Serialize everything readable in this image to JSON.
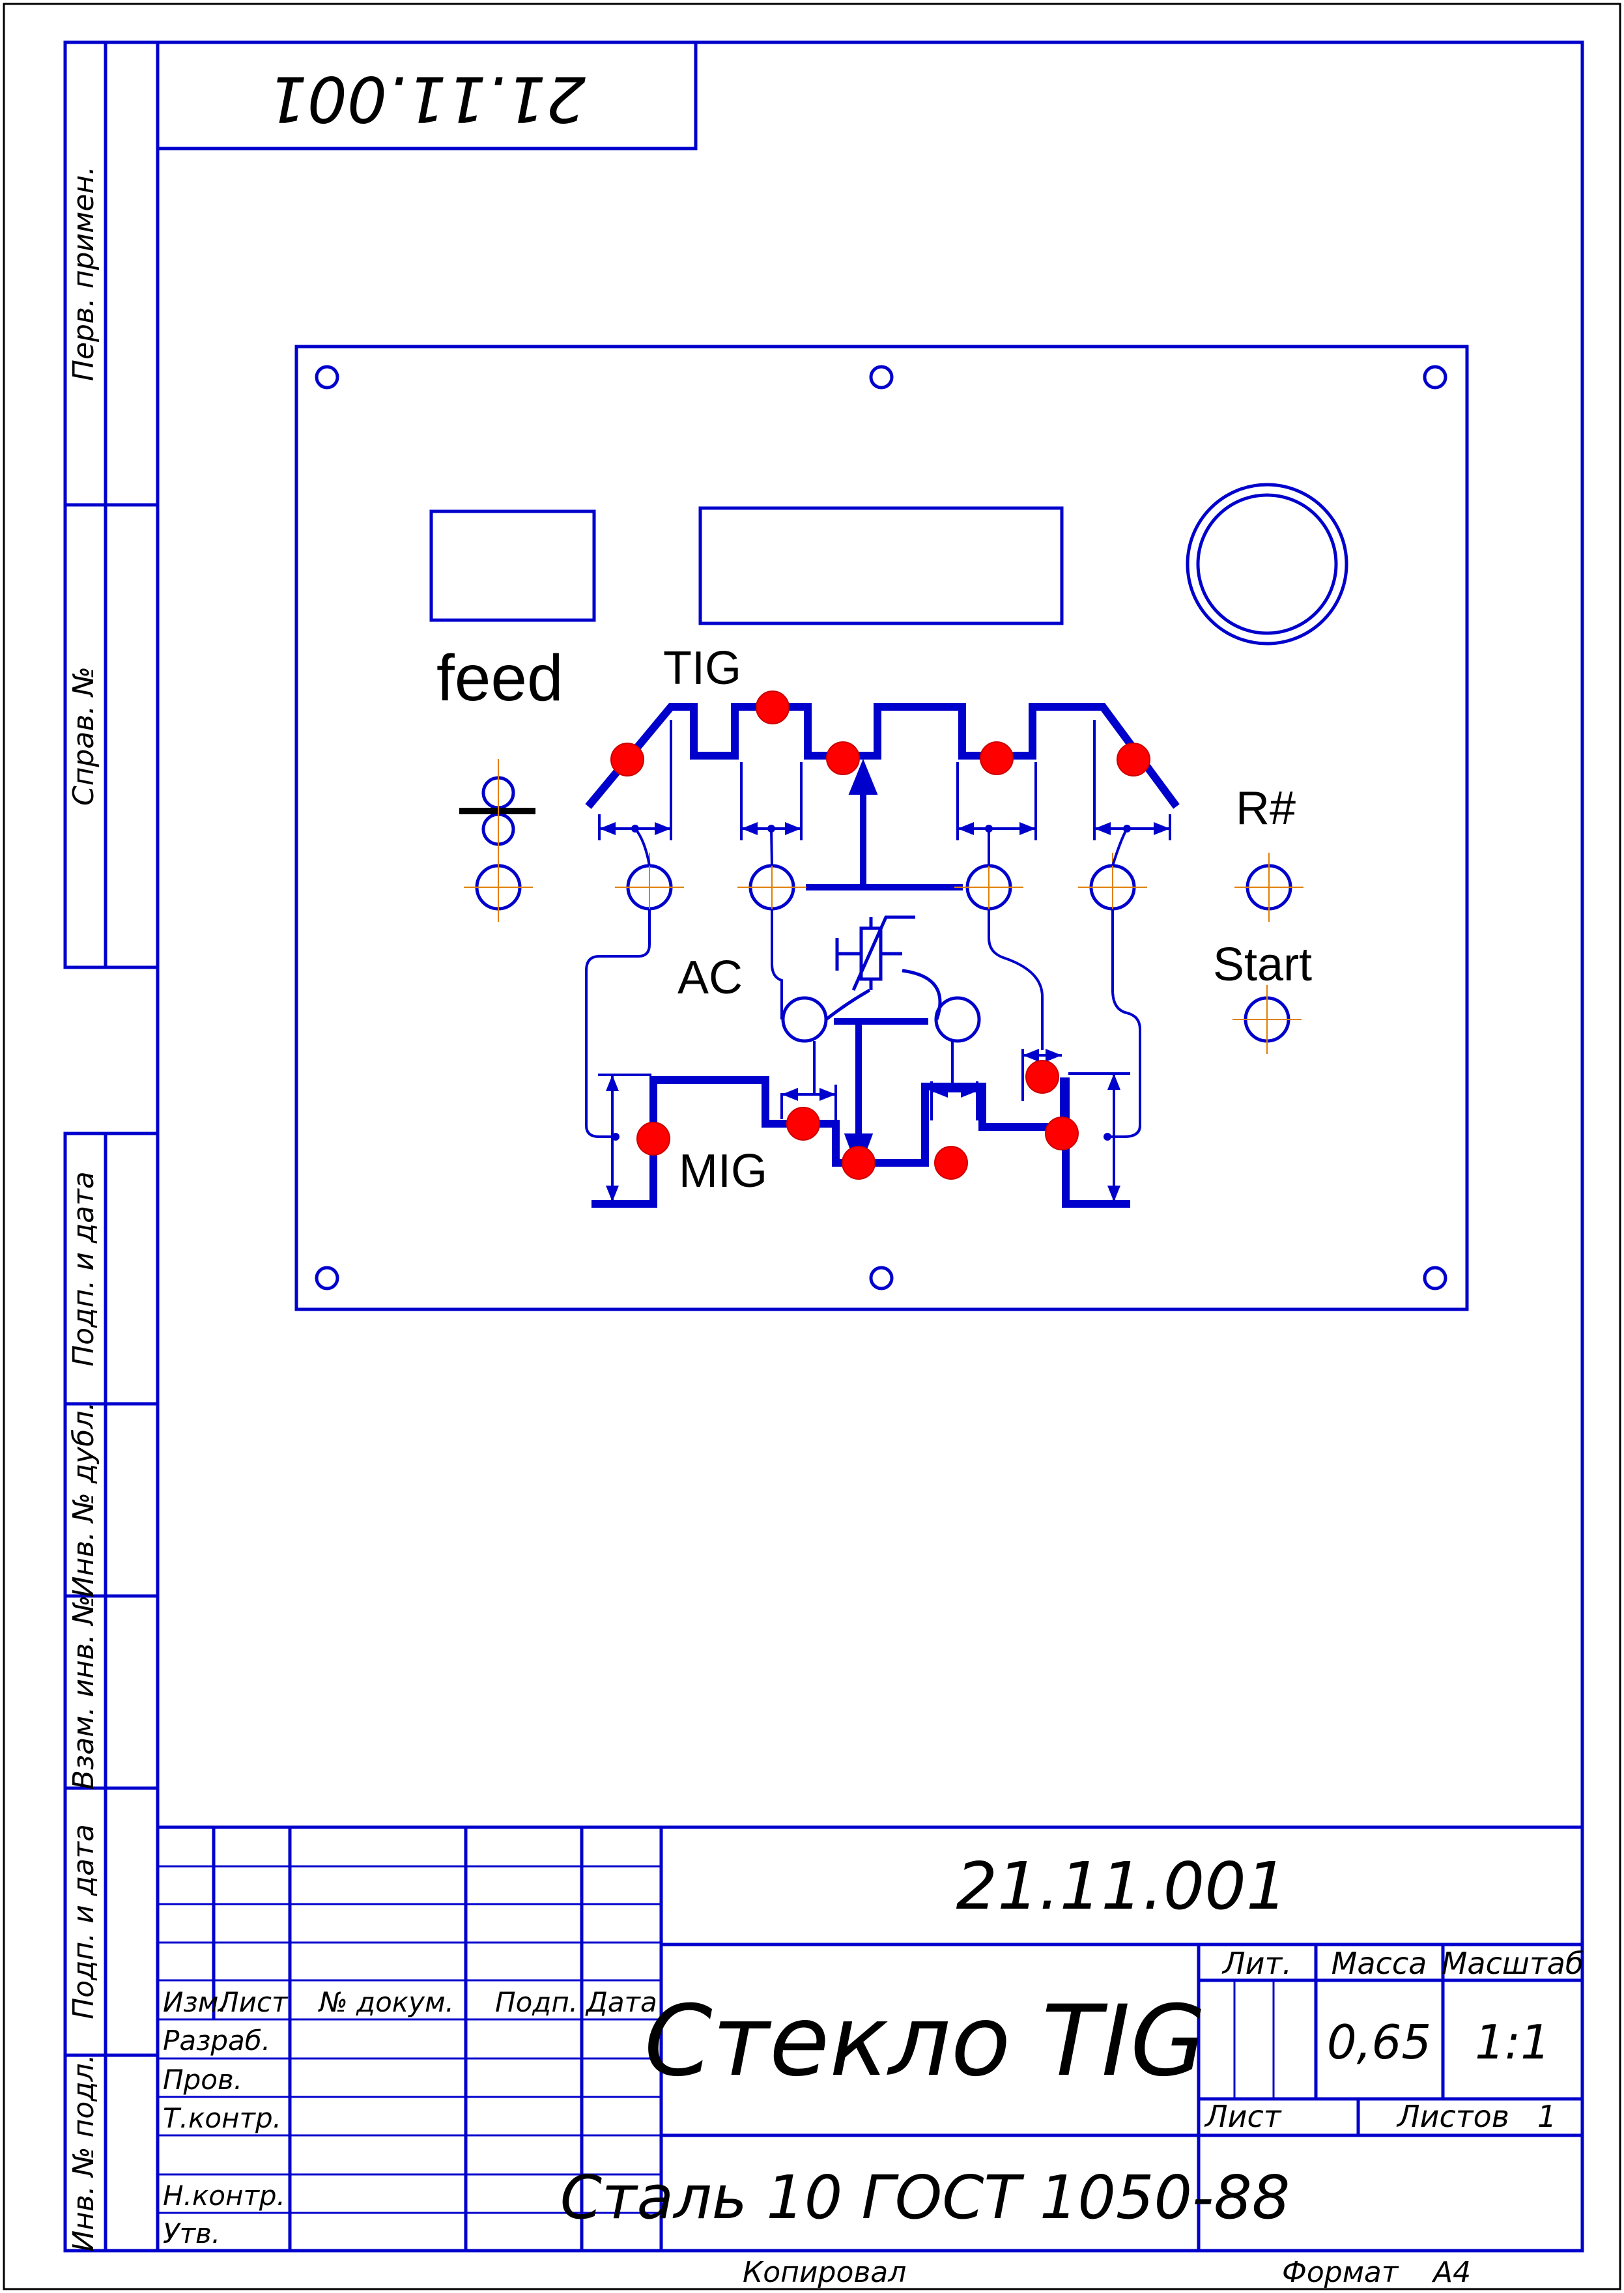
{
  "frame": {
    "stamp_top": "21.11.001"
  },
  "side_columns": {
    "perv_primen": "Перв. примен.",
    "sprav_no": "Справ. №",
    "podp_data_1": "Подп. и дата",
    "inv_dubl": "Инв. № дубл.",
    "vzam_inv": "Взам. инв. №",
    "podp_data_2": "Подп. и дата",
    "inv_podl": "Инв. № подл."
  },
  "panel": {
    "labels": {
      "feed": "feed",
      "tig": "TIG",
      "r_hash": "R#",
      "ac": "AC",
      "start": "Start",
      "mig": "MIG"
    }
  },
  "title_block": {
    "headers": {
      "izm": "Изм.",
      "list": "Лист",
      "no_dokum": "№ докум.",
      "podp": "Подп.",
      "data": "Дата"
    },
    "rows": {
      "razrab": "Разраб.",
      "prov": "Пров.",
      "t_kontr": "Т.контр.",
      "n_kontr": "Н.контр.",
      "utv": "Утв."
    },
    "designation": "21.11.001",
    "name": "Стекло TIG",
    "material": "Сталь 10  ГОСТ 1050-88",
    "lit_label": "Лит.",
    "massa_label": "Масса",
    "masshtab_label": "Масштаб",
    "massa_value": "0,65",
    "masshtab_value": "1:1",
    "list_label": "Лист",
    "listov_label": "Листов",
    "listov_value": "1"
  },
  "footer": {
    "kopiroval": "Копировал",
    "format_label": "Формат",
    "format_value": "А4"
  },
  "colors": {
    "line": "#0000cc",
    "center": "#e08000",
    "dot": "#ff0000",
    "text": "#000000"
  }
}
